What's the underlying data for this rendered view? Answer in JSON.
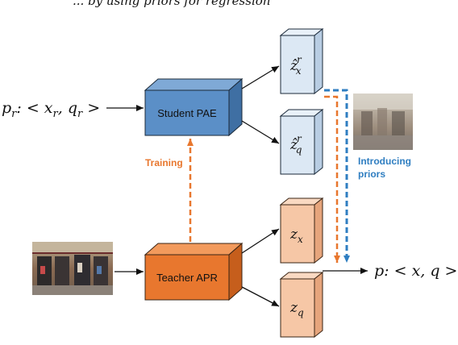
{
  "top_caption": "... by using priors for regression",
  "pose_input": {
    "prefix": "p",
    "sub": "r",
    "body": ": < x",
    "sub2": "r",
    "comma": ", q",
    "sub3": "r",
    "close": " >"
  },
  "pose_output": {
    "text": "p: < x, q >"
  },
  "student": {
    "label": "Student PAE"
  },
  "teacher": {
    "label": "Teacher APR"
  },
  "training_label": "Training",
  "priors_label_line1": "Introducing",
  "priors_label_line2": "priors",
  "latents": {
    "student_x": {
      "base": "ẑ",
      "sup": "r",
      "sub": "x"
    },
    "student_q": {
      "base": "ẑ",
      "sup": "r",
      "sub": "q"
    },
    "teacher_x": {
      "base": "z",
      "sub": "x"
    },
    "teacher_q": {
      "base": "z",
      "sub": "q"
    }
  },
  "colors": {
    "student_box": "#5b8fc7",
    "teacher_box": "#e8772e",
    "student_latent": "#dce8f4",
    "teacher_latent": "#f6c7a6",
    "training_arrow": "#e8772e",
    "priors_arrow": "#2f7ec1"
  },
  "icons": [
    "input-image-icon",
    "rendered-image-icon"
  ]
}
